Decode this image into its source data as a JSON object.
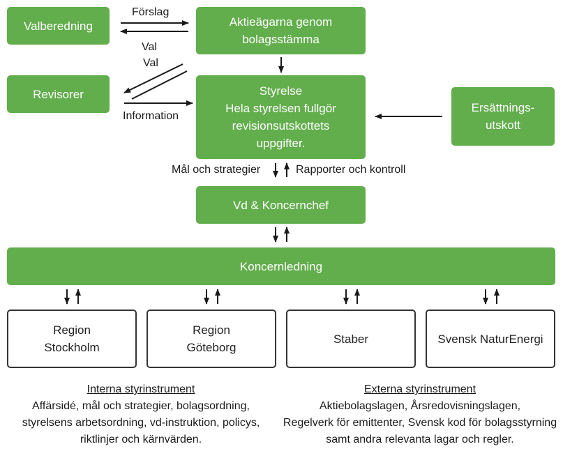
{
  "boxes": {
    "valberedning": "Valberedning",
    "aktieagarna": [
      "Aktieägarna genom",
      "bolagsstämma"
    ],
    "revisorer": "Revisorer",
    "styrelse": [
      "Styrelse",
      "Hela styrelsen fullgör",
      "revisionsutskottets",
      "uppgifter."
    ],
    "ersattning": [
      "Ersättnings-",
      "utskott"
    ],
    "vd": "Vd & Koncernchef",
    "koncernledning": "Koncernledning",
    "region_stockholm": [
      "Region",
      "Stockholm"
    ],
    "region_goteborg": [
      "Region",
      "Göteborg"
    ],
    "staber": "Staber",
    "naturenergi": "Svensk NaturEnergi"
  },
  "labels": {
    "forslag": "Förslag",
    "val_1": "Val",
    "val_2": "Val",
    "information": "Information",
    "mal": "Mål och strategier",
    "rapporter": "Rapporter och kontroll"
  },
  "notes": {
    "interna": {
      "title": "Interna styrinstrument",
      "lines": [
        "Affärsidé, mål och strategier, bolagsordning,",
        "styrelsens arbetsordning, vd-instruktion, policys,",
        "riktlinjer och kärnvärden."
      ]
    },
    "externa": {
      "title": "Externa styrinstrument",
      "lines": [
        "Aktiebolagslagen, Årsredovisningslagen,",
        "Regelverk för emittenter, Svensk kod för bolagsstyrning",
        "samt andra relevanta lagar och regler."
      ]
    }
  },
  "colors": {
    "green": "#62ad4c",
    "text": "#1a1a1a",
    "arrow": "#1a1a1a"
  }
}
